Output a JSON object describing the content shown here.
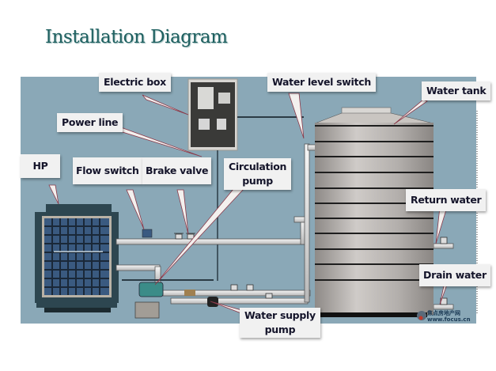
{
  "title": "Installation Diagram",
  "colors": {
    "title": "#1e6060",
    "background_panel": "#8aa8b7",
    "label_bg": "#f1f1f1",
    "label_text": "#14142a",
    "tank": "#a9a5a2",
    "heat_pump": "#2d4650",
    "pipe": "#e6e6e6",
    "leader_line": "#8b3a4a"
  },
  "components": {
    "electric_box": "Electric box",
    "power_line": "Power line",
    "hp": "HP",
    "flow_switch": "Flow switch",
    "brake_valve": "Brake valve",
    "circulation_pump_line1": "Circulation",
    "circulation_pump_line2": "pump",
    "water_level_switch": "Water level switch",
    "water_tank": "Water tank",
    "return_water": "Return water",
    "drain_water": "Drain water",
    "water_supply_pump_line1": "Water supply",
    "water_supply_pump_line2": "pump"
  },
  "watermark": {
    "line1": "焦点房地产网",
    "line2": "www.focus.cn"
  }
}
